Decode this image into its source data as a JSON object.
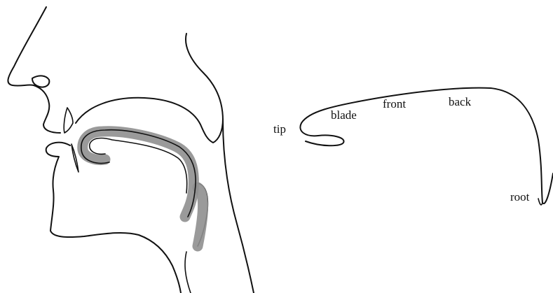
{
  "tongue_labels": {
    "tip": "tip",
    "blade": "blade",
    "front": "front",
    "back": "back",
    "root": "root"
  },
  "colors": {
    "ink": "#111111",
    "tongue_highlight": "#8f8f8f",
    "background": "#ffffff"
  }
}
